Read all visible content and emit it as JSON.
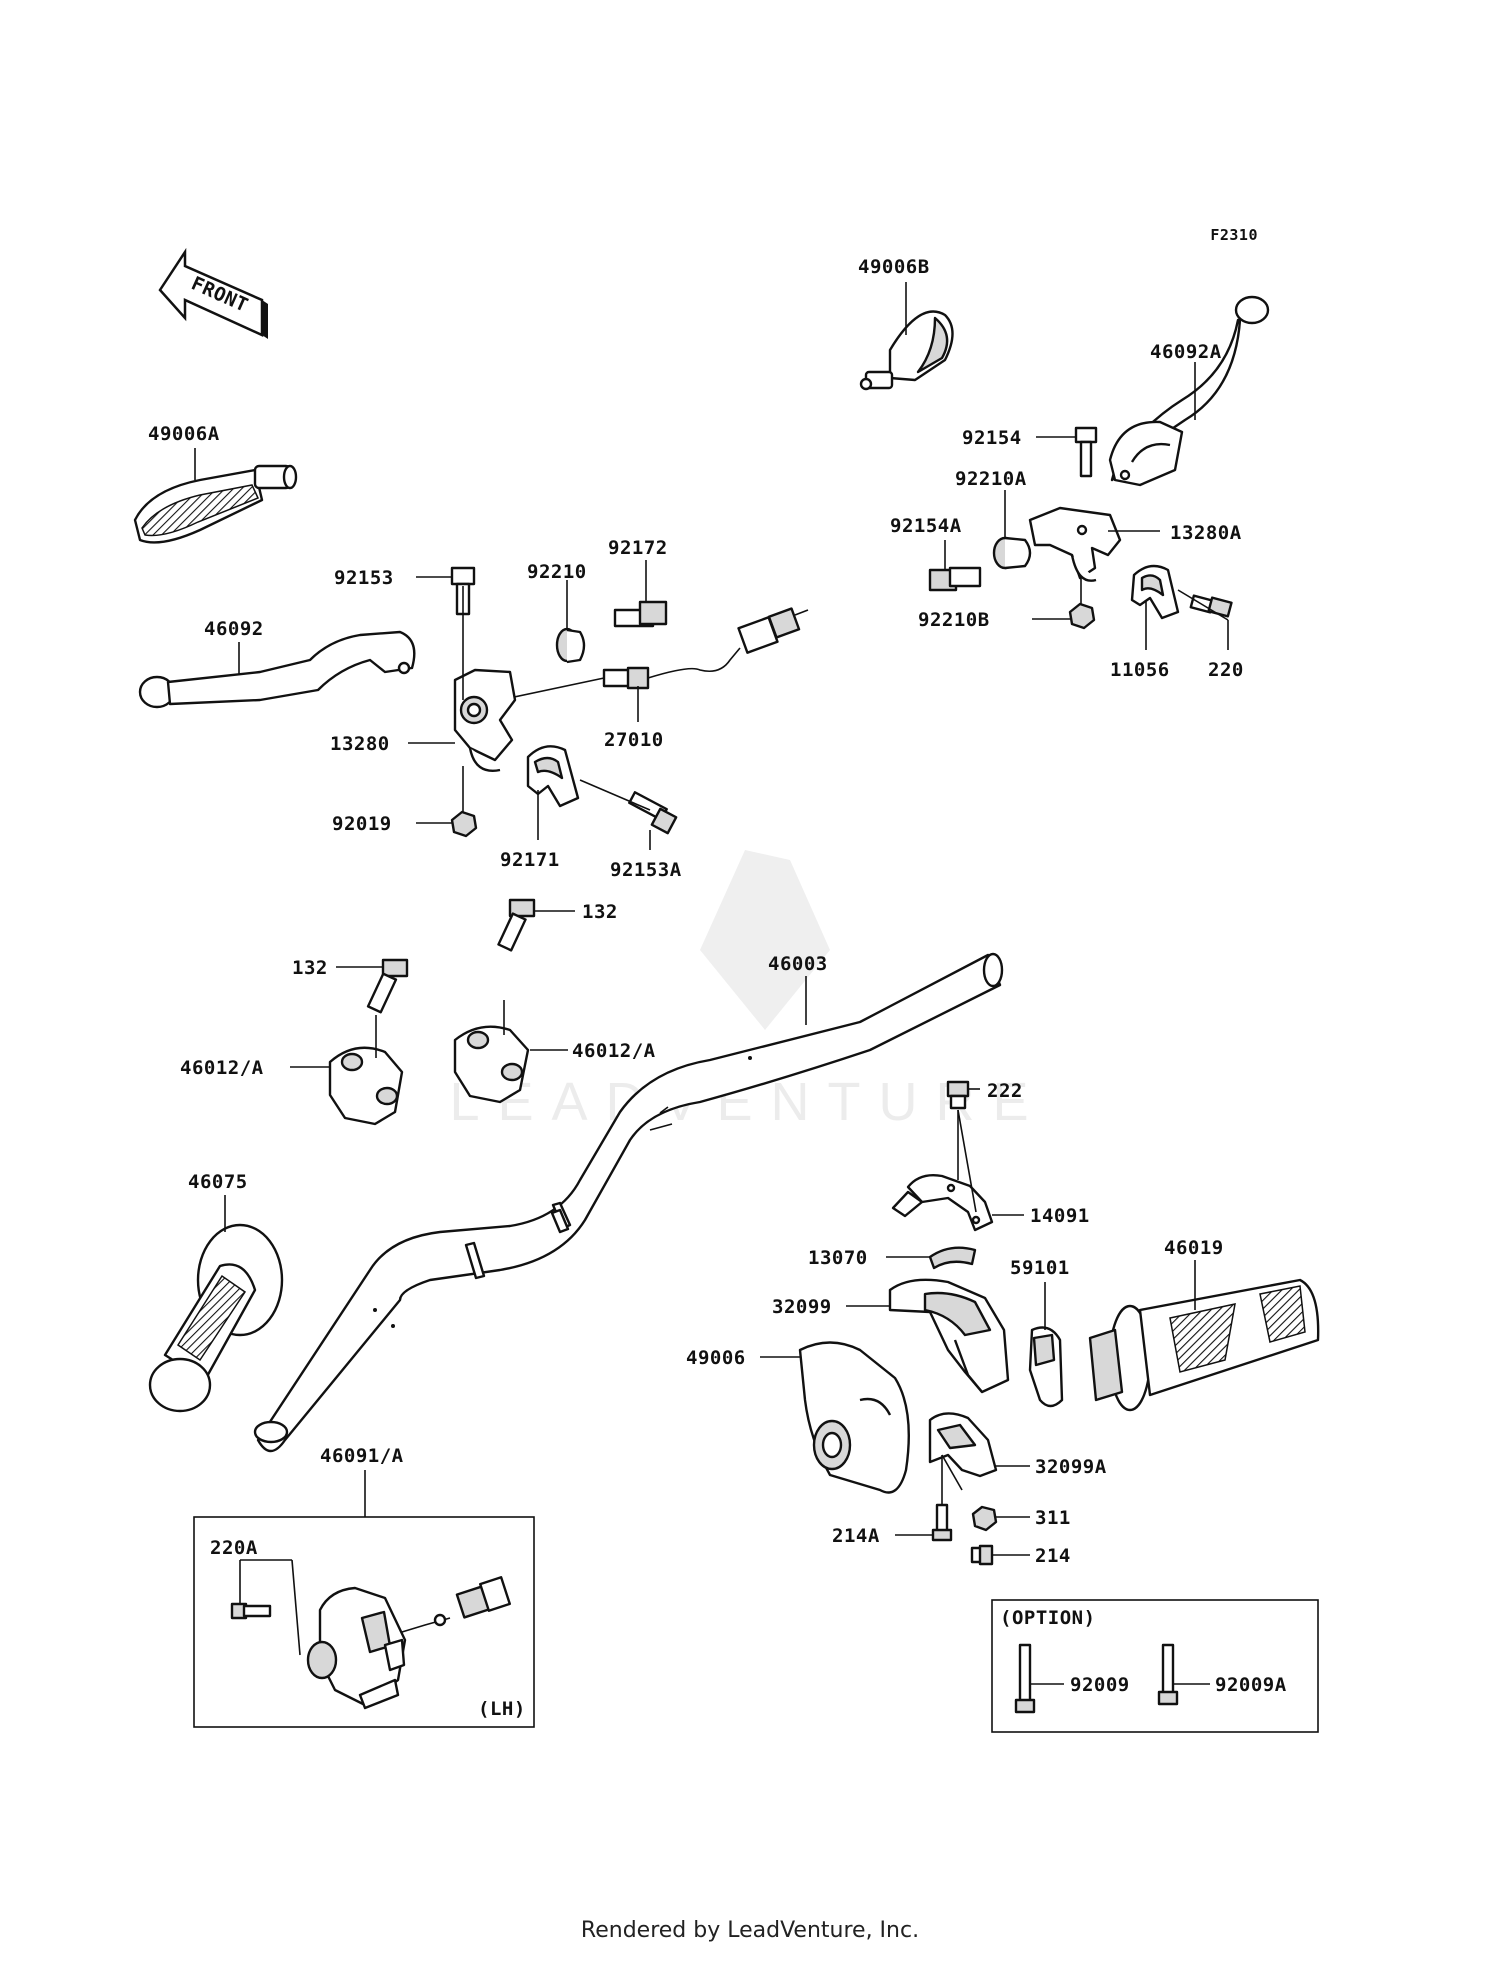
{
  "diagram_code": "F2310",
  "front_label": "FRONT",
  "watermark": "LEADVENTURE",
  "footer": "Rendered by LeadVenture, Inc.",
  "option_box_title": "(OPTION)",
  "lh_box_label": "(LH)",
  "parts": {
    "p49006B": "49006B",
    "p46092A": "46092A",
    "p92154": "92154",
    "p92210A": "92210A",
    "p13280A": "13280A",
    "p92154A": "92154A",
    "p92210B": "92210B",
    "p11056": "11056",
    "p220": "220",
    "p49006A": "49006A",
    "p92172": "92172",
    "p92153": "92153",
    "p92210": "92210",
    "p46092": "46092",
    "p27010": "27010",
    "p13280": "13280",
    "p92019": "92019",
    "p92171": "92171",
    "p92153A": "92153A",
    "p132a": "132",
    "p132b": "132",
    "p46003": "46003",
    "p46012A_left": "46012/A",
    "p46012A_right": "46012/A",
    "p222": "222",
    "p46075": "46075",
    "p14091": "14091",
    "p13070": "13070",
    "p59101": "59101",
    "p46019": "46019",
    "p32099": "32099",
    "p49006": "49006",
    "p32099A": "32099A",
    "p214A": "214A",
    "p311": "311",
    "p214": "214",
    "p46091A": "46091/A",
    "p220A": "220A",
    "p92009": "92009",
    "p92009A": "92009A"
  }
}
